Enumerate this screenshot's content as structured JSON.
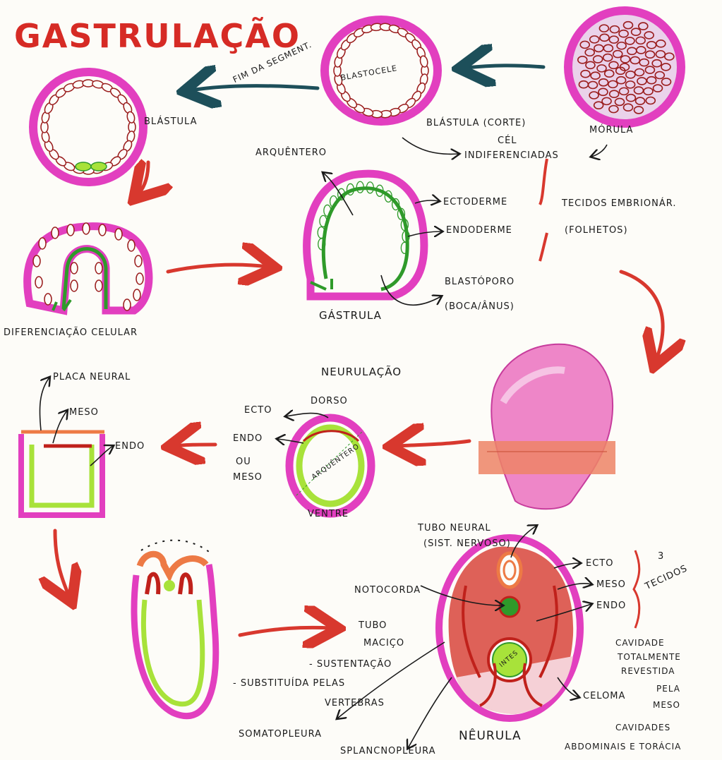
{
  "title": "GASTRULAÇÃO",
  "labels": {
    "fim_segment": "FIM DA SEGMENT.",
    "blastocele": "BLASTOCELE",
    "blastula": "BLÁSTULA",
    "blastula_corte": "BLÁSTULA (CORTE)",
    "morula": "MÓRULA",
    "cel": "CÉL",
    "indiferenciadas": "INDIFERENCIADAS",
    "arquentero": "ARQUÊNTERO",
    "ectoderme": "ECTODERME",
    "endoderme": "ENDODERME",
    "tecidos_embrionar": "TECIDOS EMBRIONÁR.",
    "folhetos": "(FOLHETOS)",
    "blastoporo": "BLASTÓPORO",
    "boca_anus": "(BOCA/ÂNUS)",
    "gastrula": "GÁSTRULA",
    "diferenciacao": "DIFERENCIAÇÃO CELULAR",
    "placa_neural": "PLACA NEURAL",
    "meso": "MESO",
    "endo": "ENDO",
    "neurulacao": "NEURULAÇÃO",
    "dorso": "DORSO",
    "ecto": "ECTO",
    "endo_ou_meso_1": "ENDO",
    "endo_ou_meso_2": "OU",
    "endo_ou_meso_3": "MESO",
    "arquentero_inner": "ARQUÊNTERO",
    "ventre": "VENTRE",
    "tubo_neural": "TUBO NEURAL",
    "sist_nervoso": "(SIST. NERVOSO)",
    "noto_corda": "NOTOCORDA",
    "tubo": "TUBO",
    "macico": "MACIÇO",
    "sustentacao": "- SUSTENTAÇÃO",
    "substituida": "- SUBSTITUÍDA PELAS",
    "vertebras": "VERTEBRAS",
    "ecto2": "ECTO",
    "meso2": "MESO",
    "endo2": "ENDO",
    "tres": "3",
    "tecidos": "TECIDOS",
    "cavidade": "CAVIDADE",
    "totalmente": "TOTALMENTE",
    "revestida": "REVESTIDA",
    "pela": "PELA",
    "meso3": "MESO",
    "celoma": "CELOMA",
    "cavidades": "CAVIDADES",
    "abdominais": "ABDOMINAIS E TORÁCIA",
    "somatopleura": "SOMATOPLEURA",
    "splancnopleura": "SPLANCNOPLEURA",
    "neurula": "NÊURULA",
    "intes": "INTES"
  },
  "colors": {
    "title": "#d62b25",
    "ectoderm": "#e23fbf",
    "endoderm": "#2f9a2a",
    "mesoderm": "#c0211b",
    "arrow_red": "#d8382e",
    "arrow_teal": "#1d4f5a",
    "cells": "#9a1d1d"
  }
}
